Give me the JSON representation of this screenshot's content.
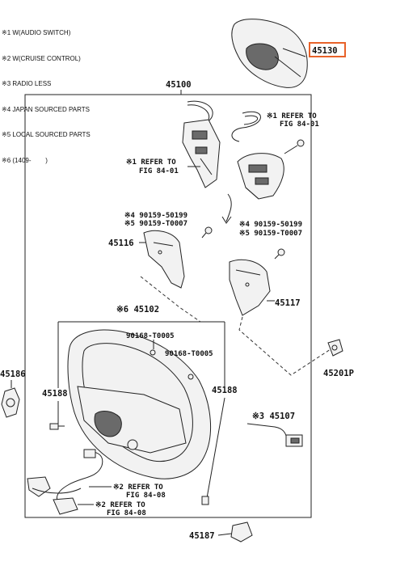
{
  "legend": [
    "※1 W(AUDIO SWITCH)",
    "※2 W(CRUISE CONTROL)",
    "※3 RADIO LESS",
    "※4 JAPAN SOURCED PARTS",
    "※5 LOCAL SOURCED PARTS",
    "※6 (1409-        )"
  ],
  "parts": {
    "p45130": "45130",
    "p45100": "45100",
    "p45116": "45116",
    "p45117": "45117",
    "p45102": "※6 45102",
    "p45188_left": "45188",
    "p45188_right": "45188",
    "p45186": "45186",
    "p45201p": "45201P",
    "p45107": "※3 45107",
    "p45187": "45187",
    "b90168_a": "90168-T0005",
    "b90168_b": "90168-T0005",
    "bolts_left_1": "※4 90159-50199",
    "bolts_left_2": "※5 90159-T0007",
    "bolts_right_1": "※4 90159-50199",
    "bolts_right_2": "※5 90159-T0007"
  },
  "refs": {
    "ref1_l1": "※1 REFER TO",
    "ref1_l2": "FIG 84-01",
    "ref2_l1": "※1 REFER TO",
    "ref2_l2": "FIG 84-01",
    "ref3_l1": "※2 REFER TO",
    "ref3_l2": "FIG 84-08",
    "ref4_l1": "※2 REFER TO",
    "ref4_l2": "FIG 84-08"
  },
  "highlight_color": "#e8622a"
}
